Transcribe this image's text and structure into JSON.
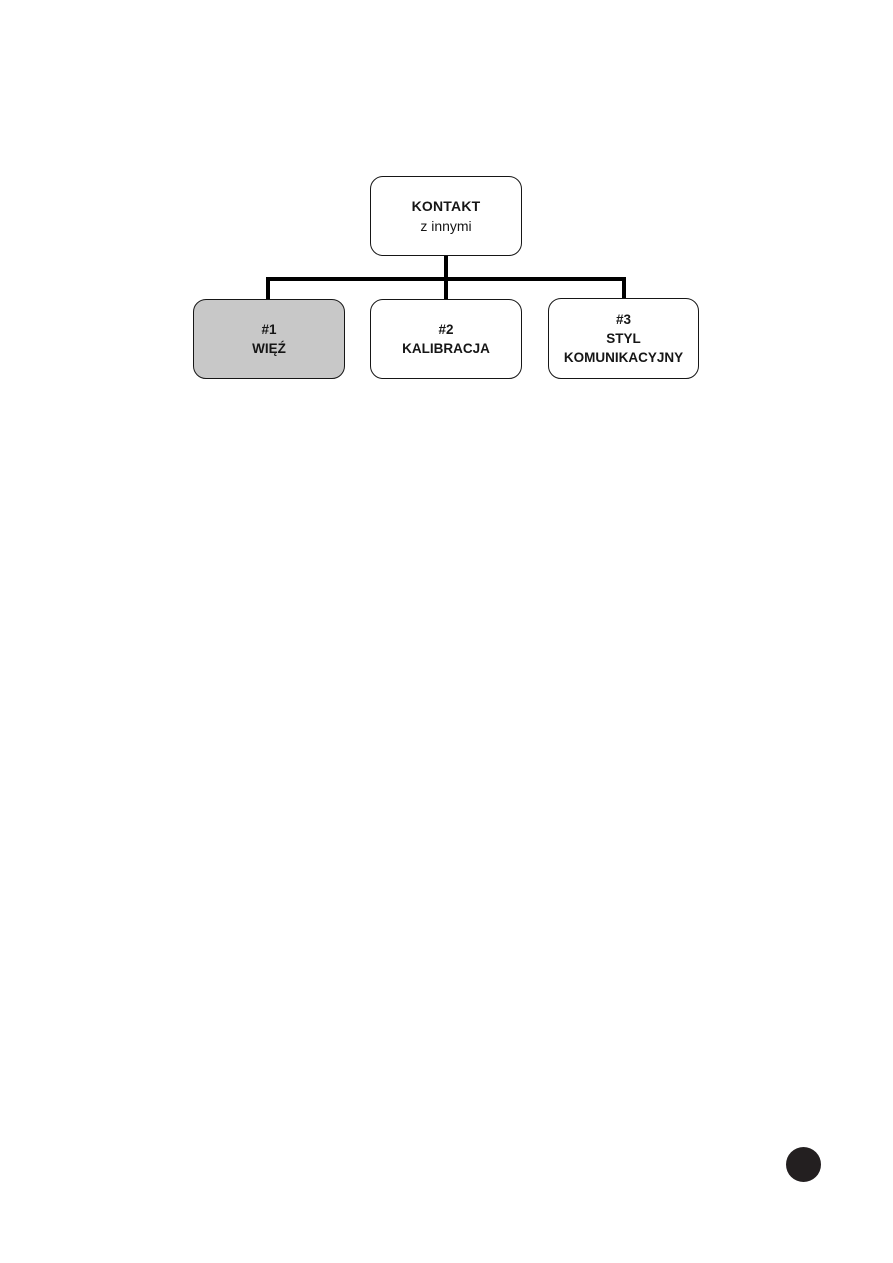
{
  "diagram": {
    "root": {
      "title": "KONTAKT",
      "subtitle": "z innymi"
    },
    "children": [
      {
        "number": "#1",
        "label": "WIĘŹ",
        "highlighted": true
      },
      {
        "number": "#2",
        "label": "KALIBRACJA",
        "highlighted": false
      },
      {
        "number": "#3",
        "label": "STYL KOMUNIKACYJNY",
        "highlighted": false
      }
    ]
  },
  "colors": {
    "highlight_fill": "#c8c8c8",
    "node_fill": "#ffffff",
    "line": "#000000",
    "border": "#161616",
    "page_marker": "#231f20"
  }
}
